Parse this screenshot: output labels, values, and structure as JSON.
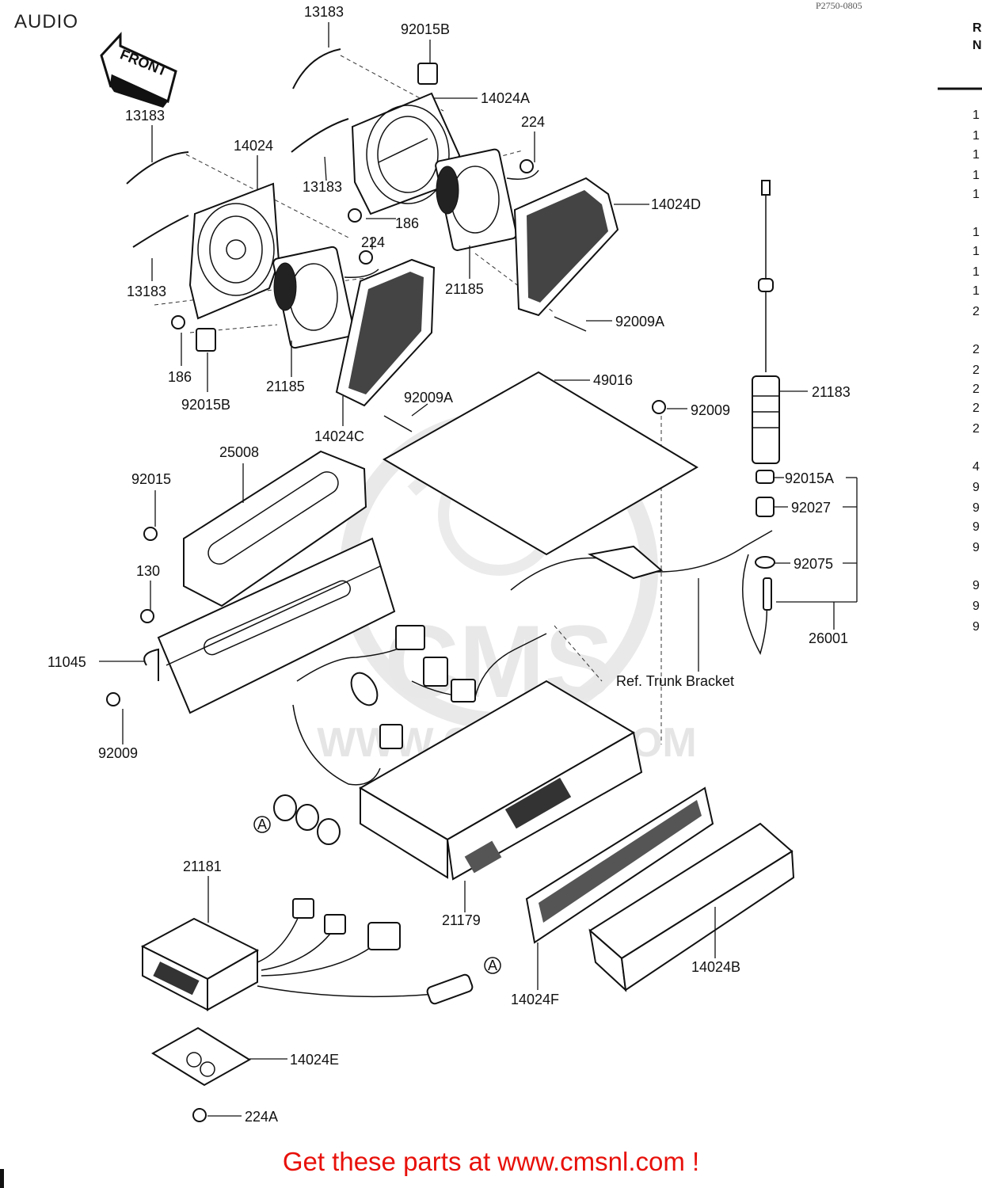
{
  "page": {
    "title": "AUDIO",
    "doc_code": "P2750-0805",
    "footer": "Get these parts at www.cmsnl.com !",
    "watermark": "WWW.CMSNL.COM",
    "watermark_logo": "CMS"
  },
  "labels": {
    "front_arrow": "FRONT",
    "ref_trunk_bracket": "Ref. Trunk Bracket",
    "connector_a": "A"
  },
  "parts": [
    "13183",
    "92015B",
    "14024A",
    "224",
    "13183",
    "14024",
    "13183",
    "186",
    "14024D",
    "224",
    "13183",
    "21185",
    "92009A",
    "186",
    "92015B",
    "21185",
    "92009A",
    "14024C",
    "49016",
    "92009",
    "21183",
    "25008",
    "92015",
    "92015A",
    "92027",
    "130",
    "92075",
    "26001",
    "11045",
    "92009",
    "21181",
    "21179",
    "14024B",
    "14024F",
    "14024E",
    "224A"
  ],
  "side_table_fragments": [
    "R",
    "N",
    "1",
    "1",
    "1",
    "1",
    "1",
    "1",
    "1",
    "1",
    "1",
    "2",
    "2",
    "2",
    "2",
    "2",
    "2",
    "4",
    "9",
    "9",
    "9",
    "9",
    "9",
    "9",
    "9"
  ],
  "colors": {
    "footer": "#e8100a",
    "line": "#111111",
    "watermark": "#d8d8d8"
  }
}
